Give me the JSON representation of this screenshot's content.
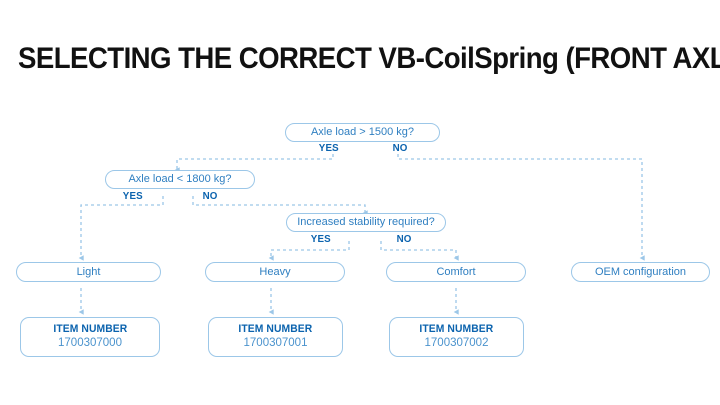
{
  "page": {
    "title": "SELECTING THE CORRECT VB-CoilSpring (FRONT AXLE)",
    "background_color": "#ffffff",
    "title_color": "#111111"
  },
  "theme": {
    "line_color": "#9cc7e8",
    "node_border_color": "#9cc7e8",
    "node_text_color": "#2f7fc1",
    "label_color": "#0b63ae",
    "item_value_color": "#4b93cd"
  },
  "flow": {
    "type": "decision-flowchart",
    "decisions": [
      {
        "id": "d1",
        "label": "Axle load > 1500 kg?",
        "yes_label": "YES",
        "no_label": "NO",
        "yes_target": "d2",
        "no_target": "r4"
      },
      {
        "id": "d2",
        "label": "Axle load < 1800 kg?",
        "yes_label": "YES",
        "no_label": "NO",
        "yes_target": "r1",
        "no_target": "d3"
      },
      {
        "id": "d3",
        "label": "Increased stability required?",
        "yes_label": "YES",
        "no_label": "NO",
        "yes_target": "r2",
        "no_target": "r3"
      }
    ],
    "results": [
      {
        "id": "r1",
        "label": "Light"
      },
      {
        "id": "r2",
        "label": "Heavy"
      },
      {
        "id": "r3",
        "label": "Comfort"
      },
      {
        "id": "r4",
        "label": "OEM configuration"
      }
    ],
    "items": [
      {
        "id": "i1",
        "title": "ITEM NUMBER",
        "value": "1700307000",
        "source": "r1"
      },
      {
        "id": "i2",
        "title": "ITEM NUMBER",
        "value": "1700307001",
        "source": "r2"
      },
      {
        "id": "i3",
        "title": "ITEM NUMBER",
        "value": "1700307002",
        "source": "r3"
      }
    ]
  }
}
